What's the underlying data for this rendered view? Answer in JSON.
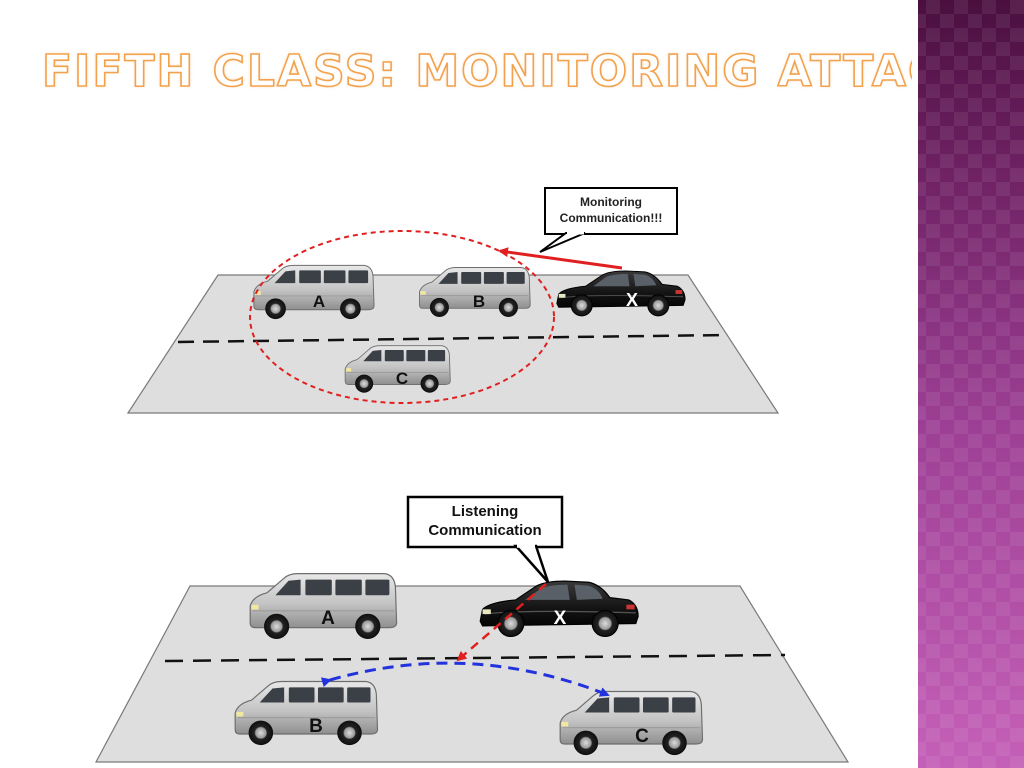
{
  "title": "Fifth Class: Monitoring Attack",
  "colors": {
    "title_stroke": "#f2a24e",
    "panel_accent": "#9c3f94",
    "road": "#dedede",
    "attack_arrow": "#e02020",
    "relay_arrow": "#2233dd",
    "van_body": "#c9c9c9",
    "attacker_car": "#151515"
  },
  "scene_top": {
    "callout": "Monitoring Communication!!!",
    "vehicles": [
      {
        "label": "A",
        "type": "van"
      },
      {
        "label": "B",
        "type": "van"
      },
      {
        "label": "C",
        "type": "van"
      },
      {
        "label": "X",
        "type": "attacker-car"
      }
    ]
  },
  "scene_bottom": {
    "callout": "Listening Communication",
    "vehicles": [
      {
        "label": "A",
        "type": "van"
      },
      {
        "label": "B",
        "type": "van"
      },
      {
        "label": "C",
        "type": "van"
      },
      {
        "label": "X",
        "type": "attacker-car"
      }
    ]
  }
}
